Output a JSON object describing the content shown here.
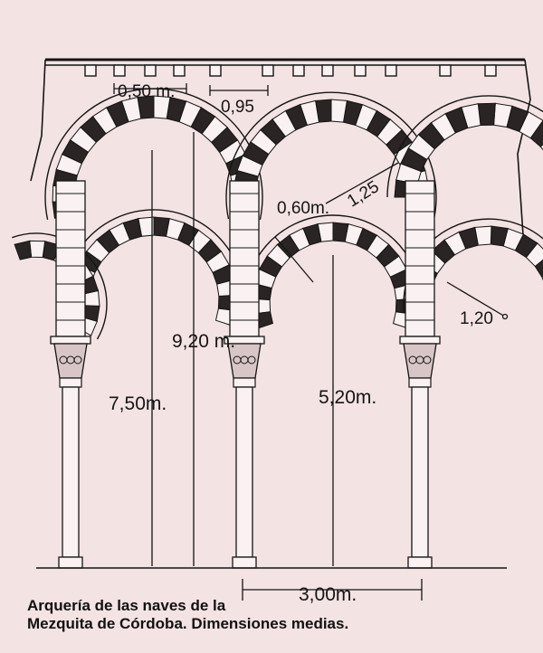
{
  "caption": {
    "line1": "Arquería de las naves de la",
    "line2": "Mezquita de Córdoba. Dimensiones medias."
  },
  "dimensions": {
    "corbel_width": "0,50 m.",
    "corbel_spacing": "0,95",
    "upper_voussoir": "0,60m.",
    "upper_arch_depth": "1,25",
    "lower_arch_depth": "1,20",
    "upper_arch_height": "9,20 m.",
    "lower_arch_height_left": "7,50m.",
    "lower_arch_height_center": "5,20m.",
    "column_spacing": "3,00m."
  },
  "colors": {
    "paper": "#f4e3e3",
    "ink": "#151515",
    "pier_fill": "#faf2f2",
    "voussoir_dark": "#2a2424"
  }
}
